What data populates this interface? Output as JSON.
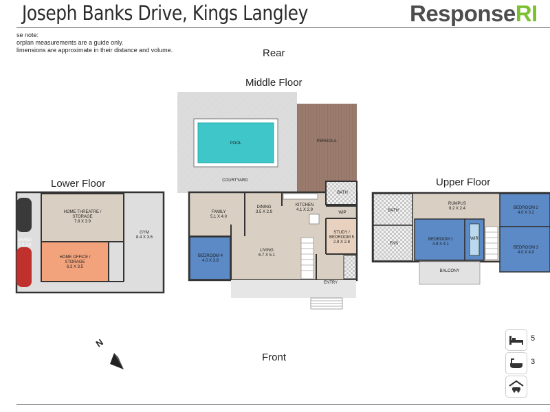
{
  "header": {
    "title": "Joseph Banks Drive, Kings Langley",
    "brand_main": "Response",
    "brand_accent": "RI"
  },
  "note": {
    "line1": "se note:",
    "line2": "orplan measurements are a guide only.",
    "line3": "limensions are approximate in their distance and volume."
  },
  "labels": {
    "rear": "Rear",
    "front": "Front",
    "north": "N"
  },
  "floors": {
    "middle": "Middle Floor",
    "lower": "Lower Floor",
    "upper": "Upper Floor"
  },
  "rooms": {
    "pool": "POOL",
    "pergola": "PERGOLA",
    "courtyard": "COURTYARD",
    "family": "FAMILY",
    "family_dim": "5.1 X 4.0",
    "dining": "DINING",
    "dining_dim": "3.5 X 2.9",
    "kitchen": "KITCHEN",
    "kitchen_dim": "4.1 X 2.9",
    "bath": "BATH",
    "wip": "WIP",
    "study": "STUDY /",
    "study2": "BEDROOM 5",
    "study_dim": "2.9 X 2.8",
    "living": "LIVING",
    "living_dim": "6.7 X 5.1",
    "bed4": "BEDROOM 4",
    "bed4_dim": "4.0 X 3.8",
    "entry": "ENTRY",
    "theatre": "HOME THREATRE /",
    "theatre2": "STORAGE",
    "theatre_dim": "7.8 X 3.9",
    "office": "HOME OFFICE /",
    "office2": "STORAGE",
    "office_dim": "6.3 X 3.5",
    "gym": "GYM",
    "gym_dim": "8.4 X 3.6",
    "garage": "ARAGE",
    "garage_dim": "3 X 3.3",
    "up_bath": "BATH",
    "rumpus": "RUMPUS",
    "rumpus_dim": "8.2 X 2.4",
    "bed2": "BEDROOM 2",
    "bed2_dim": "4.0 X 3.2",
    "ens": "ENS",
    "bed1": "BEDROOM 1",
    "bed1_dim": "4.9 X 4.1",
    "wir": "WIR",
    "bed3": "BEDROOM 3",
    "bed3_dim": "4.0 X 4.0",
    "balcony": "BALCONY"
  },
  "features": {
    "bed_count": "5",
    "bath_count": "3",
    "bed_icon": "bed-icon",
    "bath_icon": "bath-icon",
    "garage_icon": "garage-icon"
  },
  "colors": {
    "brand_green": "#7cbf2f",
    "bedroom_blue": "#5b8ac6",
    "office_orange": "#f3a37c",
    "pool_cyan": "#3ec6c9",
    "pergola_brown": "#9a7b6e",
    "floor_beige": "#d9cfc2"
  }
}
